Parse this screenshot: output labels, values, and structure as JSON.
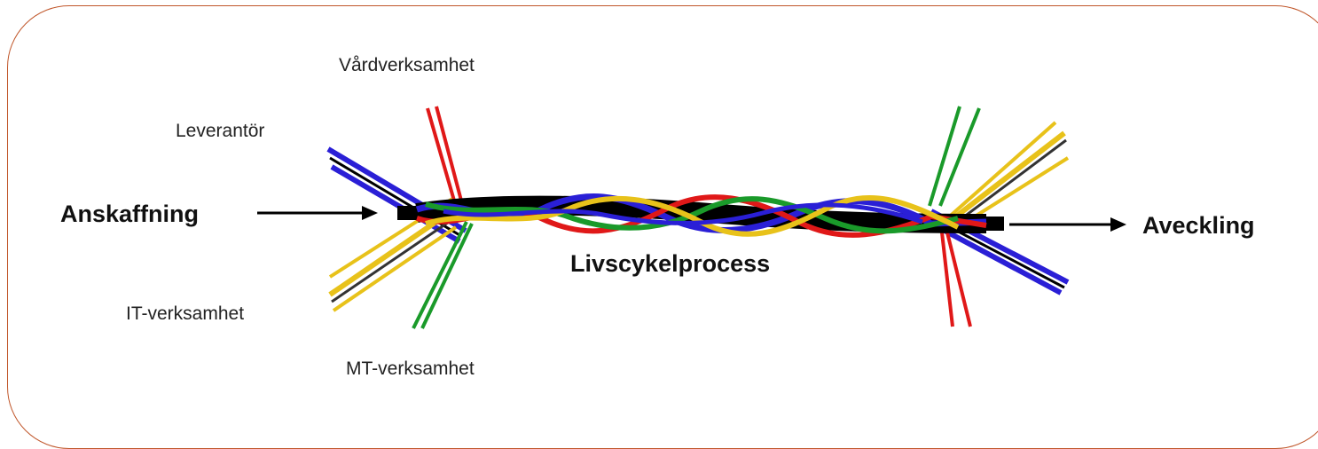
{
  "labels": {
    "top": "Vårdverksamhet",
    "upper_left": "Leverantör",
    "left_main": "Anskaffning",
    "lower_left": "IT-verksamhet",
    "bottom": "MT-verksamhet",
    "center": "Livscykelprocess",
    "right_main": "Aveckling"
  },
  "colors": {
    "frame": "#c0562a",
    "strand_blue": "#2a1fd6",
    "strand_red": "#e01818",
    "strand_green": "#1a9a2a",
    "strand_yellow": "#e8c21a",
    "core": "#000000",
    "text": "#222222"
  }
}
